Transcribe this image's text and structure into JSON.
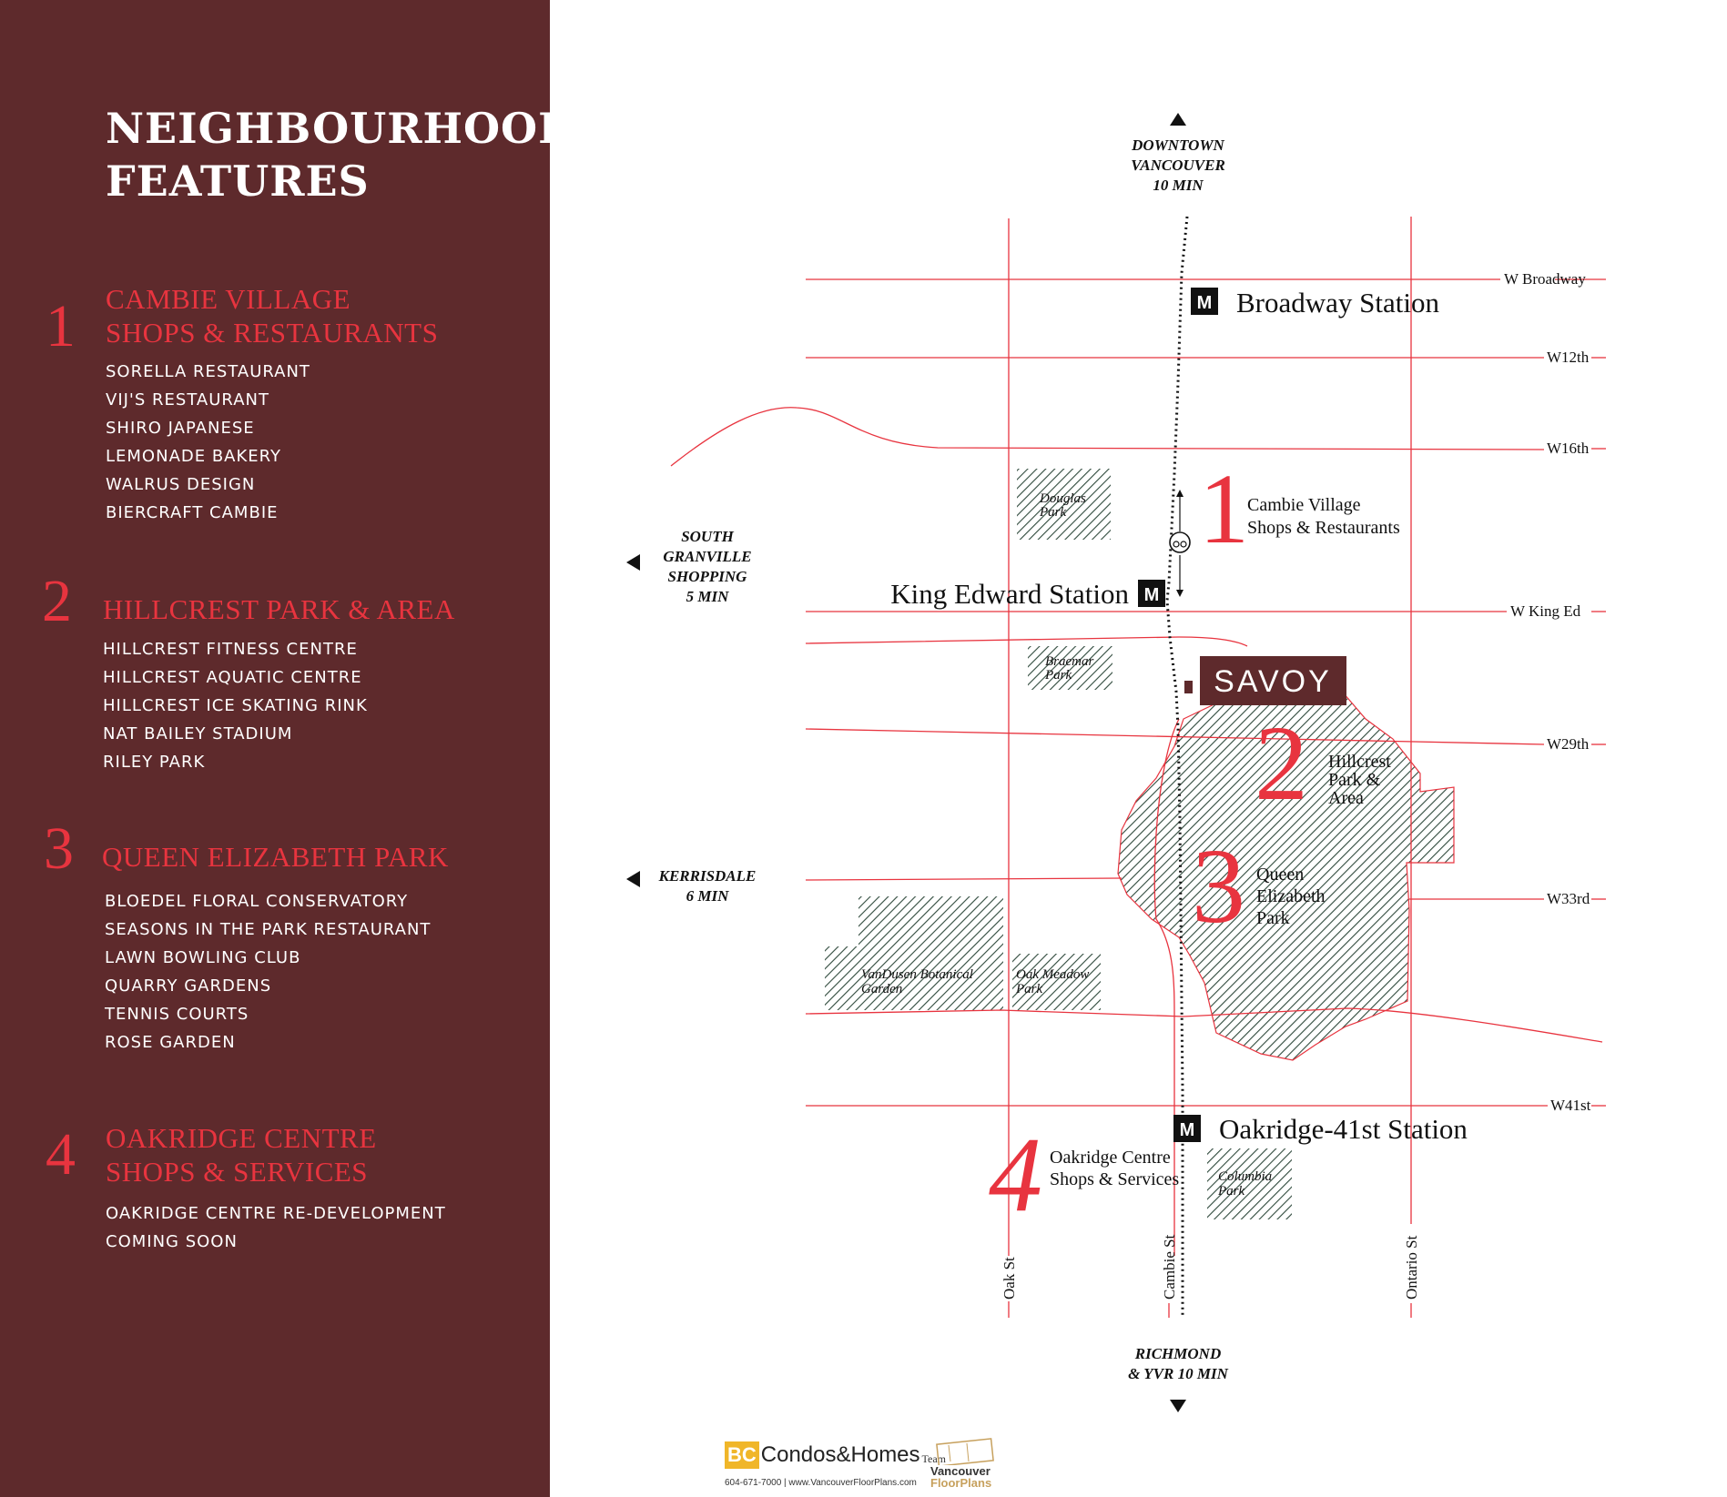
{
  "panel": {
    "title_line1": "NEIGHBOURHOOD",
    "title_line2": "FEATURES",
    "sections": [
      {
        "number": "1",
        "title_line1": "CAMBIE VILLAGE",
        "title_line2": "SHOPS & RESTAURANTS",
        "items": [
          "SORELLA RESTAURANT",
          "VIJ'S RESTAURANT",
          "SHIRO JAPANESE",
          "LEMONADE BAKERY",
          "WALRUS DESIGN",
          "BIERCRAFT CAMBIE"
        ]
      },
      {
        "number": "2",
        "title_line1": "HILLCREST PARK & AREA",
        "title_line2": "",
        "items": [
          "HILLCREST FITNESS CENTRE",
          "HILLCREST AQUATIC CENTRE",
          "HILLCREST ICE SKATING RINK",
          "NAT BAILEY STADIUM",
          "RILEY PARK"
        ]
      },
      {
        "number": "3",
        "title_line1": "QUEEN ELIZABETH PARK",
        "title_line2": "",
        "items": [
          "BLOEDEL FLORAL CONSERVATORY",
          "SEASONS IN THE PARK RESTAURANT",
          "LAWN BOWLING CLUB",
          "QUARRY GARDENS",
          "TENNIS COURTS",
          "ROSE GARDEN"
        ]
      },
      {
        "number": "4",
        "title_line1": "OAKRIDGE CENTRE",
        "title_line2": "SHOPS & SERVICES",
        "items": [
          "OAKRIDGE CENTRE RE-DEVELOPMENT",
          "COMING SOON"
        ]
      }
    ]
  },
  "map": {
    "colors": {
      "street": "#e8343f",
      "park": "#2f4a3c",
      "brand": "#5e2a2c",
      "accent": "#e8343f"
    },
    "directions": {
      "north": [
        "DOWNTOWN",
        "VANCOUVER",
        "10 MIN"
      ],
      "south": [
        "RICHMOND",
        "& YVR 10 MIN"
      ],
      "west_granville": [
        "SOUTH",
        "GRANVILLE",
        "SHOPPING",
        "5 MIN"
      ],
      "west_kerrisdale": [
        "KERRISDALE",
        "6 MIN"
      ]
    },
    "streets": {
      "broadway": "W Broadway",
      "w12": "W12th",
      "w16": "W16th",
      "kinged": "W King Ed",
      "w29": "W29th",
      "w33": "W33rd",
      "w41": "W41st",
      "oak": "Oak St",
      "cambie": "Cambie St",
      "ontario": "Ontario St"
    },
    "stations": {
      "broadway": "Broadway Station",
      "kinged": "King Edward Station",
      "oakridge": "Oakridge-41st Station",
      "badge": "M"
    },
    "parks": {
      "douglas": [
        "Douglas",
        "Park"
      ],
      "braemar": [
        "Braemar",
        "Park"
      ],
      "vandusen": [
        "VanDusen Botanical",
        "Garden"
      ],
      "oakmeadow": [
        "Oak Meadow",
        "Park"
      ],
      "columbia": [
        "Columbia",
        "Park"
      ]
    },
    "features": {
      "f1": {
        "number": "1",
        "lines": [
          "Cambie Village",
          "Shops & Restaurants"
        ]
      },
      "f2": {
        "number": "2",
        "lines": [
          "Hillcrest",
          "Park &",
          "Area"
        ]
      },
      "f3": {
        "number": "3",
        "lines": [
          "Queen",
          "Elizabeth",
          "Park"
        ]
      },
      "f4": {
        "number": "4",
        "lines": [
          "Oakridge Centre",
          "Shops & Services"
        ]
      }
    },
    "savoy": "SAVOY"
  },
  "footer": {
    "bc": "BC",
    "brand": "Condos&Homes",
    "team": "Team",
    "contact": "604-671-7000  |  www.VancouverFloorPlans.com",
    "vfp_line1": "Vancouver",
    "vfp_line2": "FloorPlans"
  }
}
